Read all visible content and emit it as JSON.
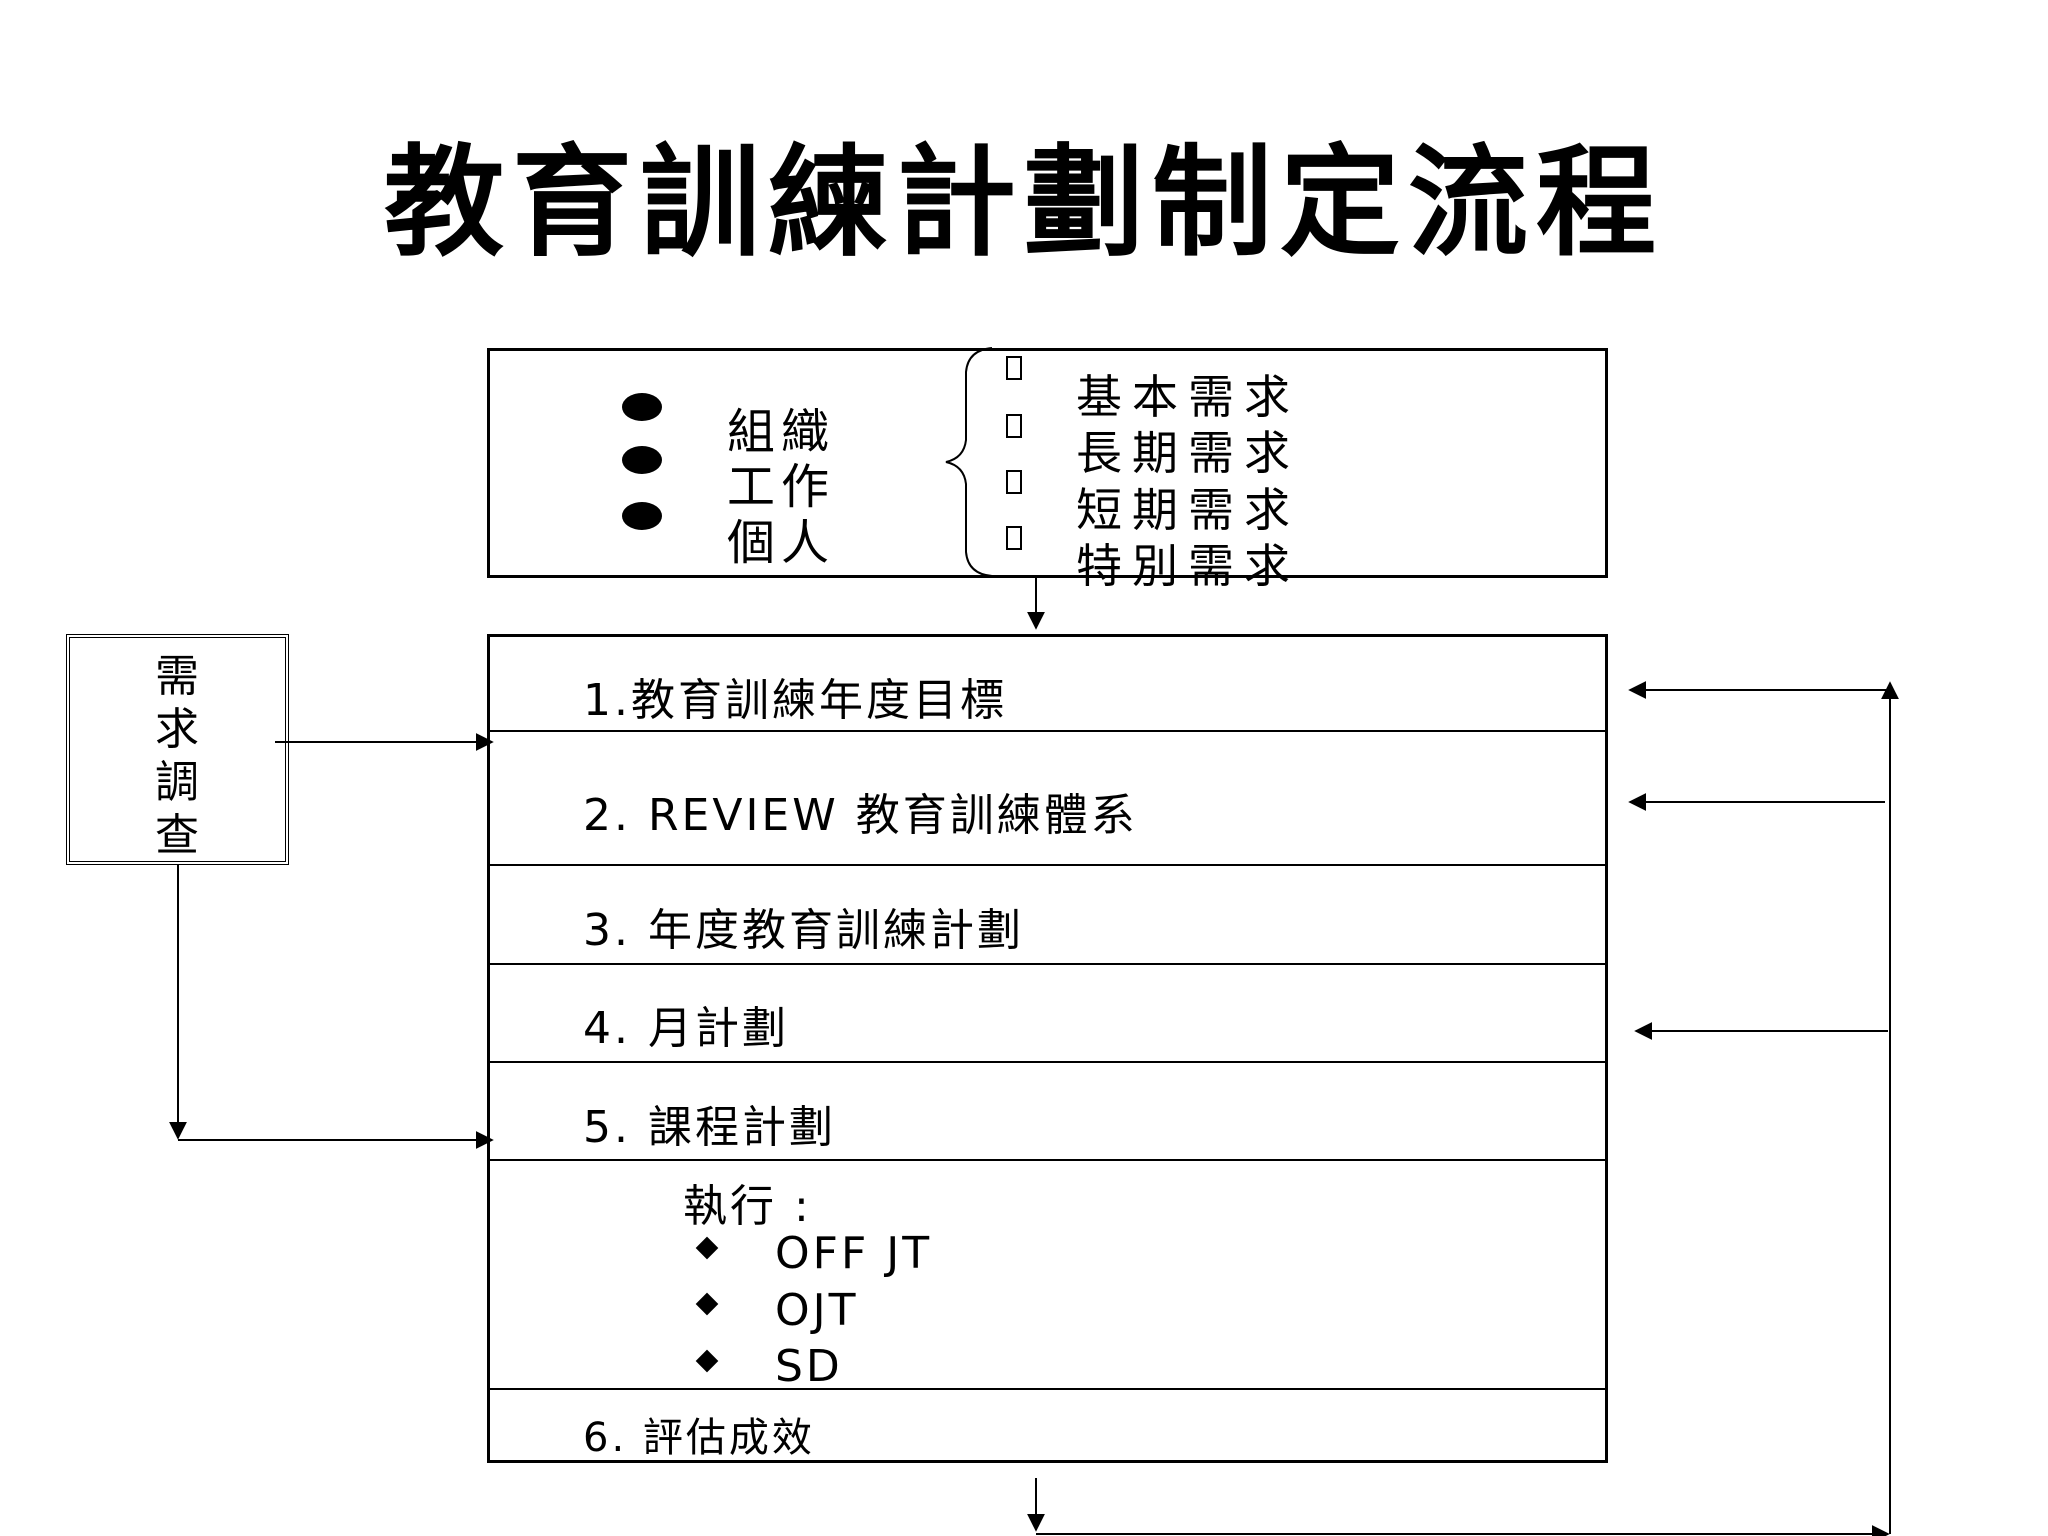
{
  "title": "教育訓練計劃制定流程",
  "top_box": {
    "items": [
      "組織",
      "工作",
      "個人"
    ],
    "needs": [
      "基本需求",
      "長期需求",
      "短期需求",
      "特別需求"
    ]
  },
  "survey": {
    "label": "需求調查"
  },
  "steps": [
    "1.教育訓練年度目標",
    "2. REVIEW 教育訓練體系",
    "3.  年度教育訓練計劃",
    "4.  月計劃",
    "5.  課程計劃"
  ],
  "execution": {
    "heading": "執行 :",
    "items": [
      "OFF JT",
      "OJT",
      "SD"
    ]
  },
  "evaluation": "6.  評估成效"
}
